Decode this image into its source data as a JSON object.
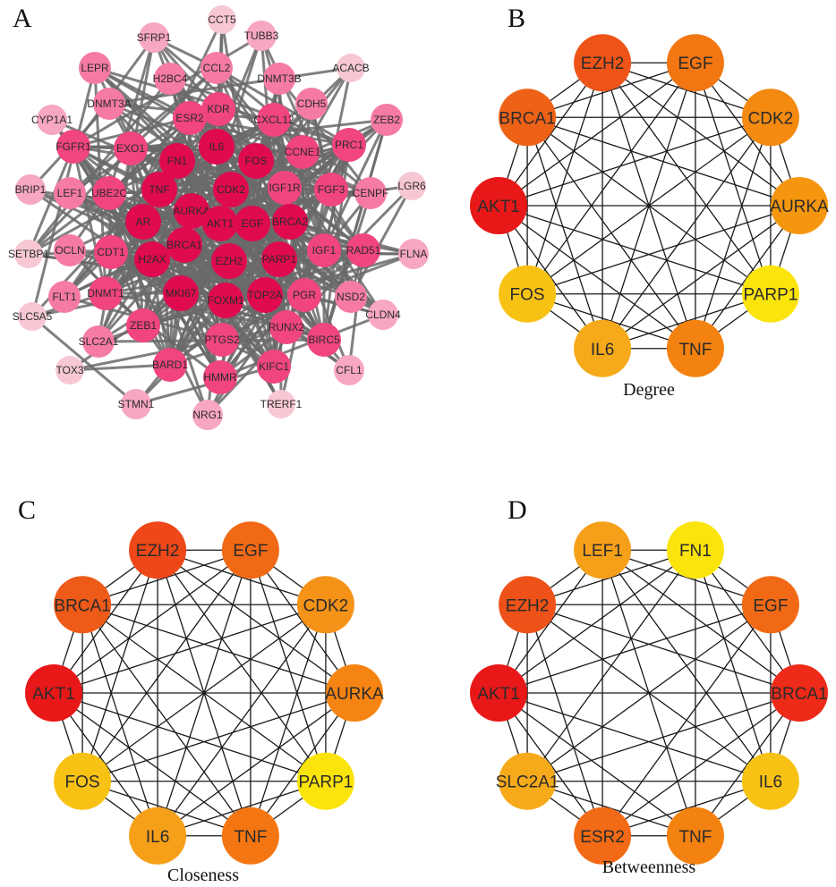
{
  "panels": {
    "A": {
      "letter": "A",
      "node_colors": [
        "#e00a4f",
        "#f0457e",
        "#f57ba3",
        "#f7a7c1",
        "#f7c8d4"
      ],
      "nodes": [
        {
          "label": "CCT5",
          "tier": 4
        },
        {
          "label": "SFRP1",
          "tier": 3
        },
        {
          "label": "TUBB3",
          "tier": 3
        },
        {
          "label": "LEPR",
          "tier": 2
        },
        {
          "label": "CCL2",
          "tier": 2
        },
        {
          "label": "H2BC4",
          "tier": 2
        },
        {
          "label": "DNMT3B",
          "tier": 2
        },
        {
          "label": "ACACB",
          "tier": 4
        },
        {
          "label": "DNMT3A",
          "tier": 2
        },
        {
          "label": "CDH5",
          "tier": 2
        },
        {
          "label": "CYP1A1",
          "tier": 3
        },
        {
          "label": "ESR2",
          "tier": 1
        },
        {
          "label": "KDR",
          "tier": 1
        },
        {
          "label": "CXCL12",
          "tier": 1
        },
        {
          "label": "ZEB2",
          "tier": 2
        },
        {
          "label": "FGFR1",
          "tier": 1
        },
        {
          "label": "EXO1",
          "tier": 1
        },
        {
          "label": "IL6",
          "tier": 0
        },
        {
          "label": "FN1",
          "tier": 0
        },
        {
          "label": "FOS",
          "tier": 0
        },
        {
          "label": "CCNE1",
          "tier": 1
        },
        {
          "label": "PRC1",
          "tier": 1
        },
        {
          "label": "BRIP1",
          "tier": 3
        },
        {
          "label": "LEF1",
          "tier": 2
        },
        {
          "label": "UBE2C",
          "tier": 1
        },
        {
          "label": "TNF",
          "tier": 0
        },
        {
          "label": "CDK2",
          "tier": 0
        },
        {
          "label": "IGF1R",
          "tier": 1
        },
        {
          "label": "FGF3",
          "tier": 1
        },
        {
          "label": "CENPF",
          "tier": 2
        },
        {
          "label": "LGR6",
          "tier": 4
        },
        {
          "label": "AR",
          "tier": 0
        },
        {
          "label": "AURKA",
          "tier": 0
        },
        {
          "label": "SETBP1",
          "tier": 4
        },
        {
          "label": "OCLN",
          "tier": 2
        },
        {
          "label": "CDT1",
          "tier": 1
        },
        {
          "label": "AKT1",
          "tier": 0
        },
        {
          "label": "EGF",
          "tier": 0
        },
        {
          "label": "BRCA2",
          "tier": 0
        },
        {
          "label": "BRCA1",
          "tier": 0
        },
        {
          "label": "IGF1",
          "tier": 1
        },
        {
          "label": "RAD51",
          "tier": 1
        },
        {
          "label": "FLNA",
          "tier": 3
        },
        {
          "label": "H2AX",
          "tier": 0
        },
        {
          "label": "EZH2",
          "tier": 0
        },
        {
          "label": "PARP1",
          "tier": 0
        },
        {
          "label": "FLT1",
          "tier": 2
        },
        {
          "label": "DNMT1",
          "tier": 1
        },
        {
          "label": "MKI67",
          "tier": 0
        },
        {
          "label": "FOXM1",
          "tier": 0
        },
        {
          "label": "TOP2A",
          "tier": 0
        },
        {
          "label": "PGR",
          "tier": 1
        },
        {
          "label": "NSD2",
          "tier": 2
        },
        {
          "label": "SLC5A5",
          "tier": 4
        },
        {
          "label": "CLDN4",
          "tier": 3
        },
        {
          "label": "ZEB1",
          "tier": 1
        },
        {
          "label": "RUNX2",
          "tier": 1
        },
        {
          "label": "SLC2A1",
          "tier": 2
        },
        {
          "label": "PTGS2",
          "tier": 1
        },
        {
          "label": "BIRC5",
          "tier": 1
        },
        {
          "label": "BARD1",
          "tier": 1
        },
        {
          "label": "TOX3",
          "tier": 4
        },
        {
          "label": "HMMR",
          "tier": 1
        },
        {
          "label": "KIFC1",
          "tier": 1
        },
        {
          "label": "CFL1",
          "tier": 3
        },
        {
          "label": "STMN1",
          "tier": 3
        },
        {
          "label": "NRG1",
          "tier": 3
        },
        {
          "label": "TRERF1",
          "tier": 4
        }
      ]
    },
    "B": {
      "letter": "B",
      "caption": "Degree",
      "nodes": [
        {
          "label": "EZH2",
          "color": "#ee5418"
        },
        {
          "label": "EGF",
          "color": "#f27612"
        },
        {
          "label": "CDK2",
          "color": "#f48a10"
        },
        {
          "label": "AURKA",
          "color": "#f5960f"
        },
        {
          "label": "PARP1",
          "color": "#fbe40b"
        },
        {
          "label": "TNF",
          "color": "#f48210"
        },
        {
          "label": "IL6",
          "color": "#f6aa1a"
        },
        {
          "label": "FOS",
          "color": "#f8c215"
        },
        {
          "label": "AKT1",
          "color": "#e81818"
        },
        {
          "label": "BRCA1",
          "color": "#ee6218"
        }
      ]
    },
    "C": {
      "letter": "C",
      "caption": "Closeness",
      "nodes": [
        {
          "label": "EZH2",
          "color": "#ee4718"
        },
        {
          "label": "EGF",
          "color": "#f26915"
        },
        {
          "label": "CDK2",
          "color": "#f59218"
        },
        {
          "label": "AURKA",
          "color": "#f58412"
        },
        {
          "label": "PARP1",
          "color": "#fbe40b"
        },
        {
          "label": "TNF",
          "color": "#f47612"
        },
        {
          "label": "IL6",
          "color": "#f6a01a"
        },
        {
          "label": "FOS",
          "color": "#f8c215"
        },
        {
          "label": "AKT1",
          "color": "#e81818"
        },
        {
          "label": "BRCA1",
          "color": "#ee5a18"
        }
      ]
    },
    "D": {
      "letter": "D",
      "caption": "Betweenness",
      "nodes": [
        {
          "label": "LEF1",
          "color": "#f6a01a"
        },
        {
          "label": "FN1",
          "color": "#fbe40b"
        },
        {
          "label": "EGF",
          "color": "#f26915"
        },
        {
          "label": "BRCA1",
          "color": "#ee2a18"
        },
        {
          "label": "IL6",
          "color": "#f8c215"
        },
        {
          "label": "TNF",
          "color": "#f48210"
        },
        {
          "label": "ESR2",
          "color": "#f26a16"
        },
        {
          "label": "SLC2A1",
          "color": "#f6aa1a"
        },
        {
          "label": "AKT1",
          "color": "#e81818"
        },
        {
          "label": "EZH2",
          "color": "#ee5218"
        }
      ]
    }
  }
}
